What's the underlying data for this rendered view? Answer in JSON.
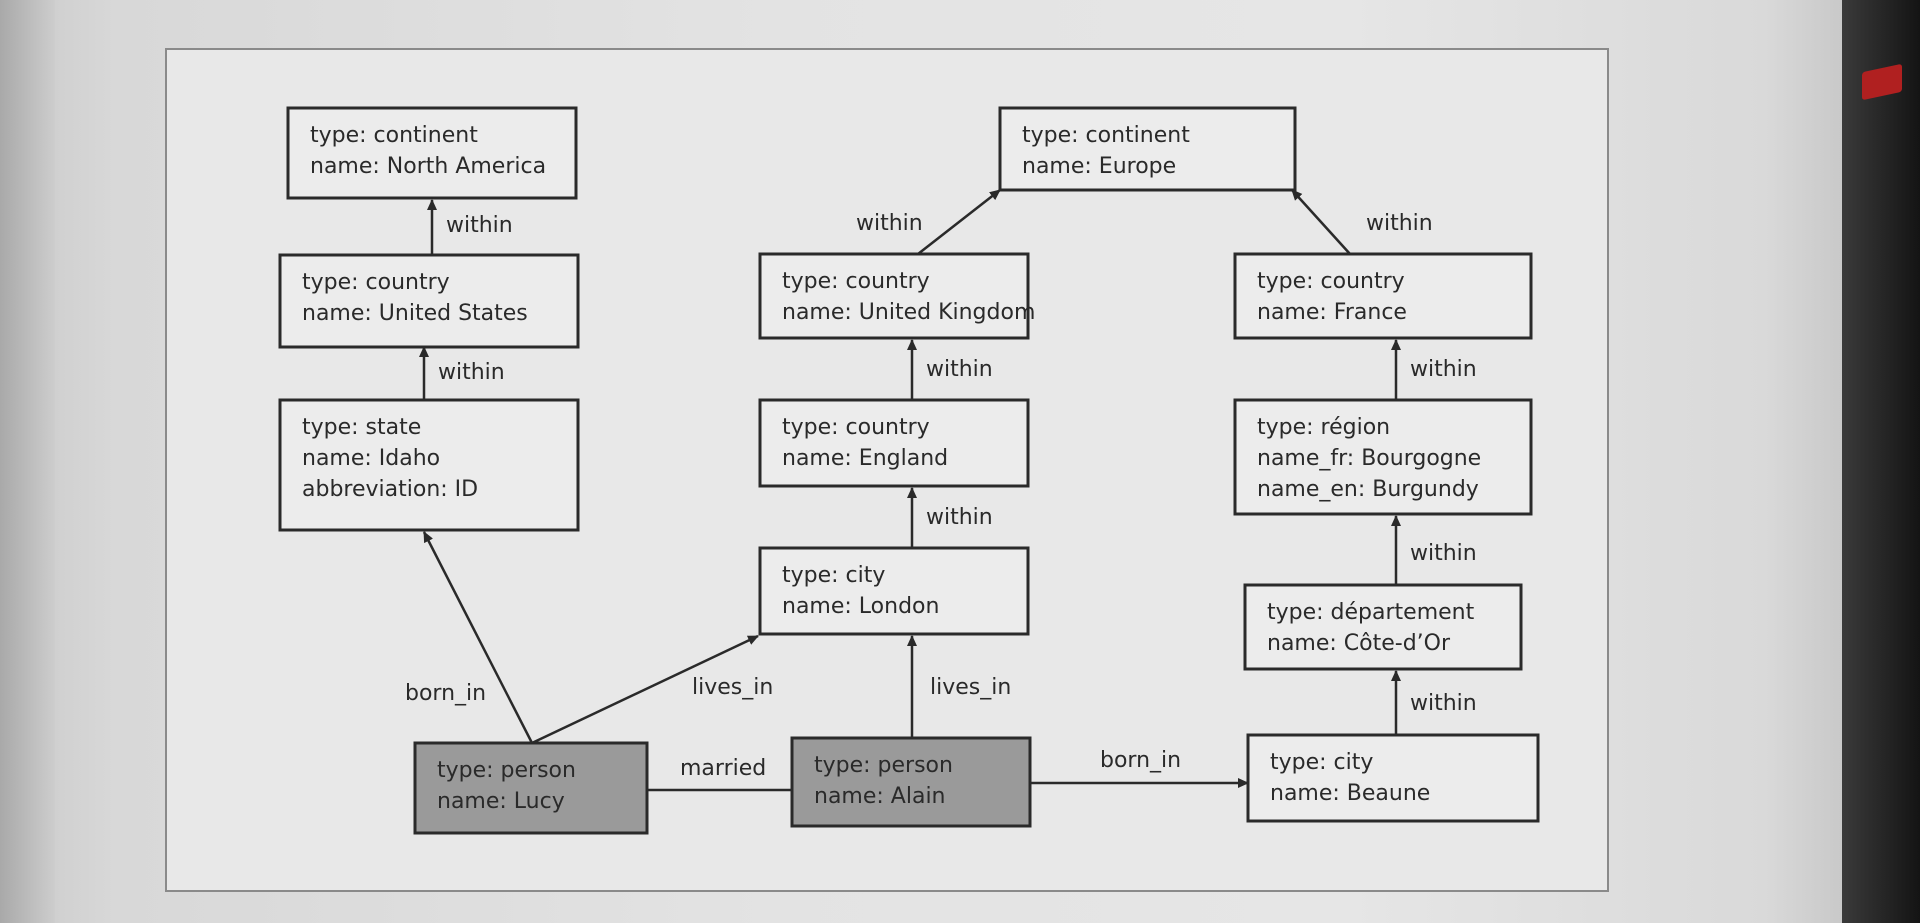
{
  "diagram": {
    "nodes": [
      {
        "id": "north-america",
        "lines": [
          "type: continent",
          "name: North America"
        ]
      },
      {
        "id": "united-states",
        "lines": [
          "type: country",
          "name: United States"
        ]
      },
      {
        "id": "idaho",
        "lines": [
          "type: state",
          "name: Idaho",
          "abbreviation: ID"
        ]
      },
      {
        "id": "europe",
        "lines": [
          "type: continent",
          "name: Europe"
        ]
      },
      {
        "id": "united-kingdom",
        "lines": [
          "type: country",
          "name: United Kingdom"
        ]
      },
      {
        "id": "england",
        "lines": [
          "type: country",
          "name: England"
        ]
      },
      {
        "id": "london",
        "lines": [
          "type: city",
          "name: London"
        ]
      },
      {
        "id": "france",
        "lines": [
          "type: country",
          "name: France"
        ]
      },
      {
        "id": "bourgogne",
        "lines": [
          "type: région",
          "name_fr: Bourgogne",
          "name_en: Burgundy"
        ]
      },
      {
        "id": "cote-dor",
        "lines": [
          "type: département",
          "name: Côte-d’Or"
        ]
      },
      {
        "id": "beaune",
        "lines": [
          "type: city",
          "name: Beaune"
        ]
      },
      {
        "id": "lucy",
        "lines": [
          "type: person",
          "name: Lucy"
        ]
      },
      {
        "id": "alain",
        "lines": [
          "type: person",
          "name: Alain"
        ]
      }
    ],
    "edges": [
      {
        "id": "us-within-na",
        "label": "within"
      },
      {
        "id": "idaho-within-us",
        "label": "within"
      },
      {
        "id": "uk-within-europe",
        "label": "within"
      },
      {
        "id": "france-within-europe",
        "label": "within"
      },
      {
        "id": "england-within-uk",
        "label": "within"
      },
      {
        "id": "london-within-england",
        "label": "within"
      },
      {
        "id": "bourgogne-within-france",
        "label": "within"
      },
      {
        "id": "cotedor-within-bourgogne",
        "label": "within"
      },
      {
        "id": "beaune-within-cotedor",
        "label": "within"
      },
      {
        "id": "lucy-born-in-idaho",
        "label": "born_in"
      },
      {
        "id": "lucy-lives-in-london",
        "label": "lives_in"
      },
      {
        "id": "alain-lives-in-london",
        "label": "lives_in"
      },
      {
        "id": "lucy-married-alain",
        "label": "married"
      },
      {
        "id": "alain-born-in-beaune",
        "label": "born_in"
      }
    ]
  },
  "colors": {
    "ink": "#2a2a2a",
    "person_fill": "#9a9a9a",
    "box_fill": "#ececec"
  }
}
